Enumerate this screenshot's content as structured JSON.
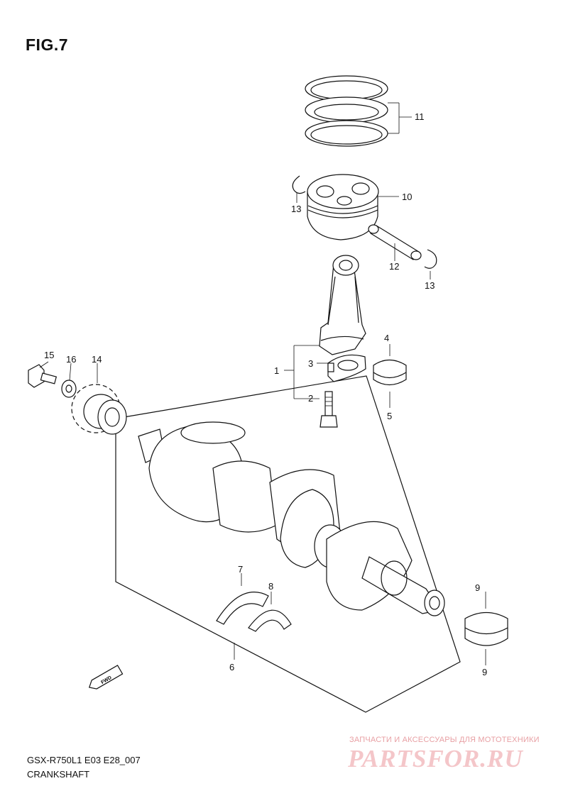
{
  "figure": {
    "title": "FIG.7"
  },
  "labels": {
    "p1": "1",
    "p2": "2",
    "p3": "3",
    "p4": "4",
    "p5": "5",
    "p6": "6",
    "p7": "7",
    "p8": "8",
    "p9a": "9",
    "p9b": "9",
    "p10": "10",
    "p11": "11",
    "p12": "12",
    "p13a": "13",
    "p13b": "13",
    "p14": "14",
    "p15": "15",
    "p16": "16"
  },
  "fwd_arrow": "FWD",
  "footer": {
    "model_code": "GSX-R750L1  E03  E28_007",
    "caption": "CRANKSHAFT"
  },
  "watermark": {
    "tagline": "ЗАПЧАСТИ И АКСЕССУАРЫ ДЛЯ МОТОТЕХНИКИ",
    "logo": "PARTSFOR.RU"
  }
}
